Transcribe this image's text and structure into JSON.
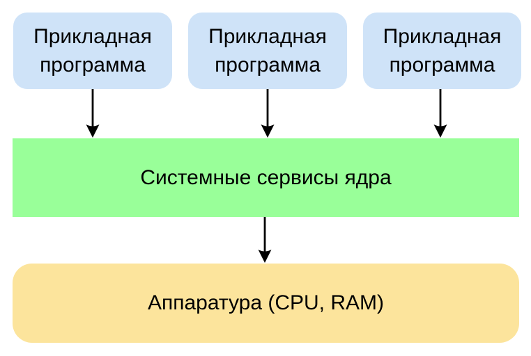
{
  "diagram": {
    "app_boxes": [
      {
        "label": "Прикладная программа"
      },
      {
        "label": "Прикладная программа"
      },
      {
        "label": "Прикладная программа"
      }
    ],
    "kernel_box": {
      "label": "Системные сервисы ядра"
    },
    "hardware_box": {
      "label": "Аппаратура (CPU, RAM)"
    },
    "colors": {
      "background": "#FFFFFF",
      "app_box_bg": "#CFE3F8",
      "kernel_box_bg": "#99FF99",
      "hardware_box_bg": "#FCE49C",
      "arrow": "#000000",
      "text": "#000000"
    }
  }
}
